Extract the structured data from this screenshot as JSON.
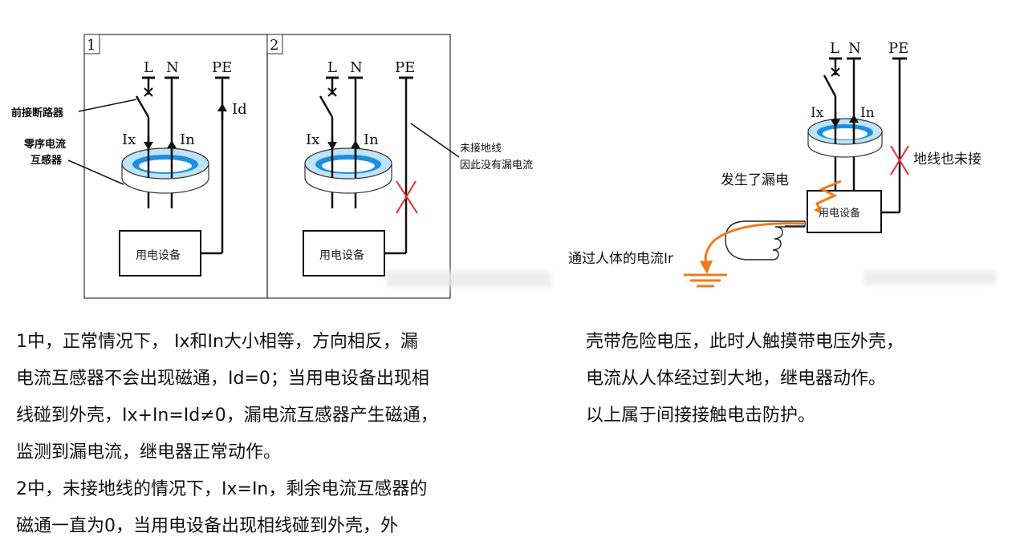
{
  "panel1": {
    "number": "1",
    "label_L": "L",
    "label_N": "N",
    "label_PE": "PE",
    "label_Id": "Id",
    "label_Ix": "Ix",
    "label_In": "In",
    "callout_breaker": "前接断路器",
    "callout_ct_line1": "零序电流",
    "callout_ct_line2": "互感器",
    "device": "用电设备"
  },
  "panel2": {
    "number": "2",
    "label_L": "L",
    "label_N": "N",
    "label_PE": "PE",
    "label_Ix": "Ix",
    "label_In": "In",
    "device": "用电设备",
    "callout_line1": "未接地线",
    "callout_line2": "因此没有漏电流"
  },
  "panel3": {
    "label_L": "L",
    "label_N": "N",
    "label_PE": "PE",
    "label_Ix": "Ix",
    "label_In": "In",
    "device": "用电设备",
    "label_no_ground": "地线也未接",
    "label_leak": "发生了漏电",
    "label_body_current": "通过人体的电流Ir"
  },
  "text_left": [
    "1中，正常情况下， Ix和In大小相等，方向相反，漏",
    "电流互感器不会出现磁通，Id=0；当用电设备出现相",
    "线碰到外壳，Ix+In=Id≠0，漏电流互感器产生磁通，",
    "监测到漏电流，继电器正常动作。",
    "2中，未接地线的情况下，Ix=In，剩余电流互感器的",
    "磁通一直为0，当用电设备出现相线碰到外壳，外"
  ],
  "text_right": [
    "壳带危险电压，此时人触摸带电压外壳，",
    "电流从人体经过到大地，继电器动作。",
    "以上属于间接接触电击防护。"
  ],
  "colors": {
    "ring_blue": "#1e8fe0",
    "ring_light": "#bfe3f7",
    "leak_orange": "#f07a1a",
    "cross_red": "#e03030"
  }
}
